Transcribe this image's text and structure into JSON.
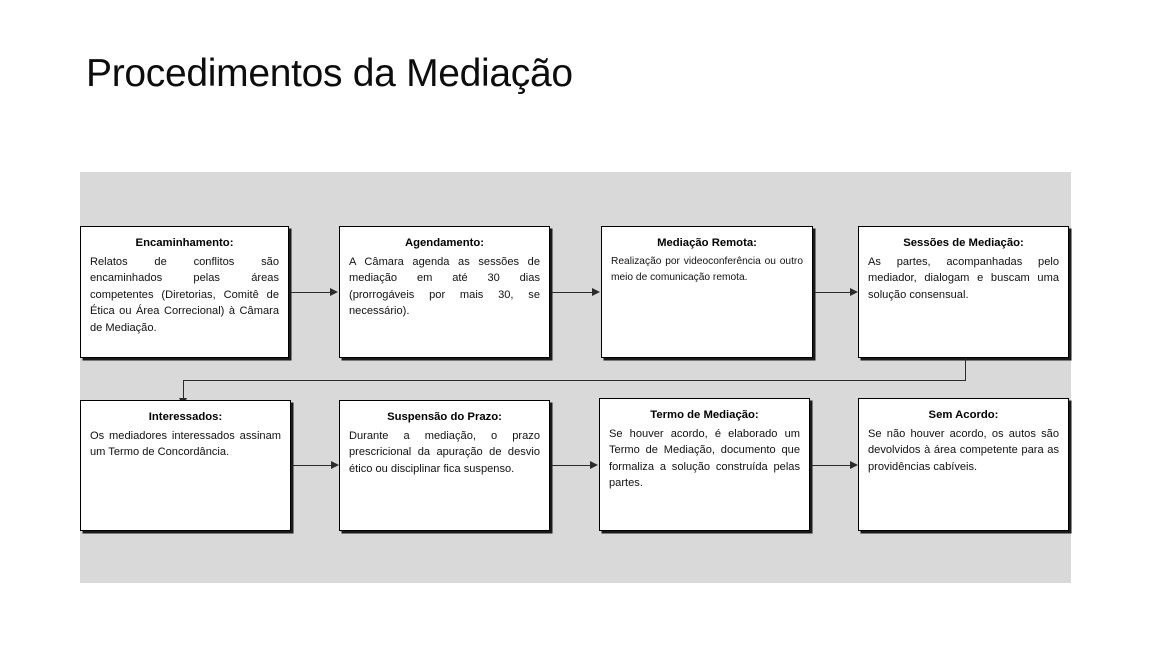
{
  "slide": {
    "title": "Procedimentos da Mediação",
    "panel_color": "#d9d9d9",
    "background_color": "#ffffff",
    "box_fill": "#ffffff",
    "box_border": "#000000",
    "connector_color": "#2b2b2b"
  },
  "flow": {
    "rows": [
      {
        "boxes": [
          {
            "title": "Encaminhamento:",
            "body": "Relatos de conflitos são encaminhados pelas áreas competentes (Diretorias, Comitê de Ética ou Área Correcional) à Câmara de Mediação."
          },
          {
            "title": "Agendamento:",
            "body": "A Câmara agenda as sessões de mediação em até 30 dias (prorrogáveis por mais 30, se necessário)."
          },
          {
            "title": "Mediação Remota:",
            "body": " Realização por videoconferência ou outro meio de comunicação remota."
          },
          {
            "title": "Sessões de Mediação:",
            "body": "As partes, acompanhadas pelo mediador, dialogam e buscam uma solução consensual."
          }
        ]
      },
      {
        "boxes": [
          {
            "title": "Interessados:",
            "body": "Os mediadores interessados assinam um Termo de Concordância."
          },
          {
            "title": "Suspensão do Prazo:",
            "body": " Durante a mediação, o prazo prescricional da apuração de desvio ético ou disciplinar fica suspenso."
          },
          {
            "title": "Termo de Mediação:",
            "body": "Se houver acordo, é elaborado um Termo de Mediação, documento que formaliza a solução construída pelas partes."
          },
          {
            "title": "Sem Acordo:",
            "body": "Se não houver acordo, os autos são devolvidos à área competente para as providências cabíveis."
          }
        ]
      }
    ]
  }
}
